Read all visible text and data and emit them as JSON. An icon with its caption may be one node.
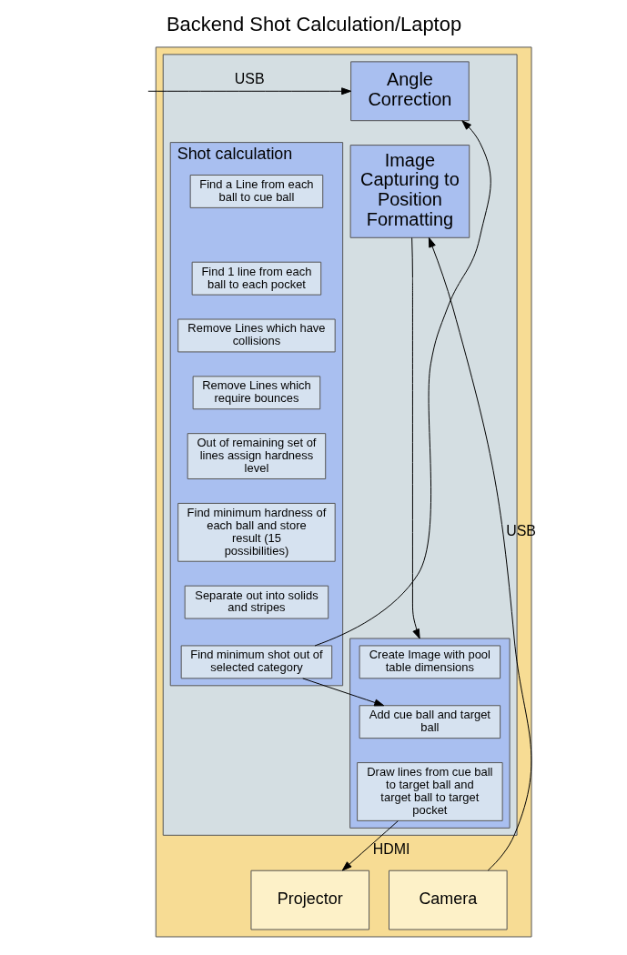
{
  "diagram": {
    "title": "Backend Shot Calculation/Laptop",
    "nodes": [
      {
        "text": [],
        "shape": "box"
      },
      {
        "text": [],
        "shape": "box",
        "in": 0
      },
      {
        "text": [
          "Angle Correction"
        ],
        "in": 1
      },
      {
        "text": [
          "Image Capturing to Position Formatting"
        ],
        "in": 1
      },
      {
        "text": [],
        "shape": "box",
        "in": 1
      },
      {
        "text": [
          "Create Image with pool table dimensions"
        ],
        "in": 4
      },
      {
        "text": [
          "Add cue ball and target ball"
        ],
        "in": 4
      },
      {
        "text": [
          "Draw lines from cue ball to target ball and target ball to target pocket"
        ],
        "in": 4
      },
      {
        "text": [
          "Shot calculation"
        ],
        "in": 1
      },
      {
        "text": [
          "Find a Line from each ball to cue ball"
        ],
        "in": 8
      },
      {
        "text": [
          "Find 1 line from each ball to each pocket"
        ],
        "in": 8
      },
      {
        "text": [
          "Remove Lines which have collisions"
        ],
        "in": 8
      },
      {
        "text": [
          "Remove Lines which require bounces"
        ],
        "in": 8
      },
      {
        "text": [
          "Out of remaining set of lines assign hardness level"
        ],
        "in": 8
      },
      {
        "text": [
          "Find minimum hardness of each ball and store result (15 possibilities)"
        ],
        "in": 8
      },
      {
        "text": [
          "Separate out into solids and stripes"
        ],
        "in": 8
      },
      {
        "text": [
          "Find minimum shot out of selected category"
        ],
        "in": 8
      },
      {
        "text": [
          "Projector"
        ],
        "in": 0
      },
      {
        "text": [
          "Camera"
        ],
        "in": 0
      }
    ],
    "edges": [
      {
        "from": null,
        "to": 2,
        "arrow": "to",
        "label": "USB"
      },
      {
        "from": 18,
        "to": 3,
        "arrow": "to",
        "label": "USB"
      },
      {
        "from": 3,
        "to": 4,
        "arrow": "to"
      },
      {
        "from": 16,
        "to": 2,
        "arrow": "to"
      },
      {
        "from": 16,
        "to": 6,
        "arrow": "to"
      },
      {
        "from": 7,
        "to": 17,
        "arrow": "to",
        "label": "HDMI"
      }
    ]
  }
}
